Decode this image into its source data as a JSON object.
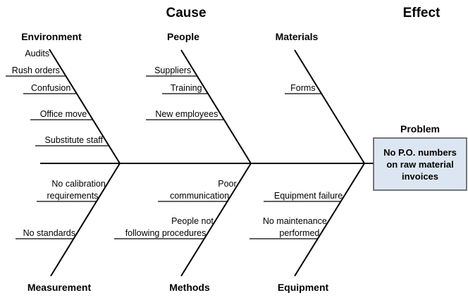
{
  "titles": {
    "cause": "Cause",
    "effect": "Effect"
  },
  "problem": {
    "label": "Problem",
    "lines": [
      "No P.O. numbers",
      "on raw material",
      "invoices"
    ],
    "fill": "#dce6f2"
  },
  "categories": [
    {
      "name": "Environment",
      "position": "top",
      "column": 0,
      "causes": [
        {
          "lines": [
            "Audits"
          ]
        },
        {
          "lines": [
            "Rush orders"
          ]
        },
        {
          "lines": [
            "Confusion"
          ]
        },
        {
          "lines": [
            "Office move"
          ]
        },
        {
          "lines": [
            "Substitute staff"
          ]
        }
      ]
    },
    {
      "name": "People",
      "position": "top",
      "column": 1,
      "causes": [
        {
          "lines": [
            "Suppliers"
          ]
        },
        {
          "lines": [
            "Training"
          ]
        },
        {
          "lines": [
            "New employees"
          ]
        }
      ]
    },
    {
      "name": "Materials",
      "position": "top",
      "column": 2,
      "causes": [
        {
          "lines": [
            "Forms"
          ]
        }
      ]
    },
    {
      "name": "Measurement",
      "position": "bottom",
      "column": 0,
      "causes": [
        {
          "lines": [
            "No calibration",
            "requirements"
          ]
        },
        {
          "lines": [
            "No standards"
          ]
        }
      ]
    },
    {
      "name": "Methods",
      "position": "bottom",
      "column": 1,
      "causes": [
        {
          "lines": [
            "Poor",
            "communication"
          ]
        },
        {
          "lines": [
            "People not",
            "following procedures"
          ]
        }
      ]
    },
    {
      "name": "Equipment",
      "position": "bottom",
      "column": 2,
      "causes": [
        {
          "lines": [
            "Equipment failure"
          ]
        },
        {
          "lines": [
            "No maintenance",
            "performed"
          ]
        }
      ]
    }
  ]
}
